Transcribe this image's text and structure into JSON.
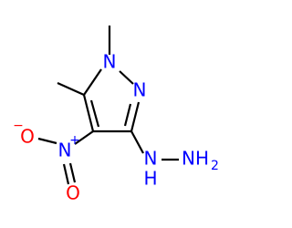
{
  "molecule": {
    "atoms": {
      "n1": {
        "label": "N",
        "color": "#0000ff"
      },
      "n2": {
        "label": "N",
        "color": "#0000ff"
      },
      "n_nitro": {
        "label": "N",
        "color": "#0000ff",
        "charge": "+"
      },
      "o_minus": {
        "label": "O",
        "color": "#ff0000",
        "charge": "−"
      },
      "o_double": {
        "label": "O",
        "color": "#ff0000"
      },
      "nh": {
        "label": "N",
        "h": "H",
        "color": "#0000ff"
      },
      "nh2": {
        "label": "NH",
        "sub": "2",
        "color": "#0000ff"
      }
    },
    "bond_color": "#000000"
  }
}
